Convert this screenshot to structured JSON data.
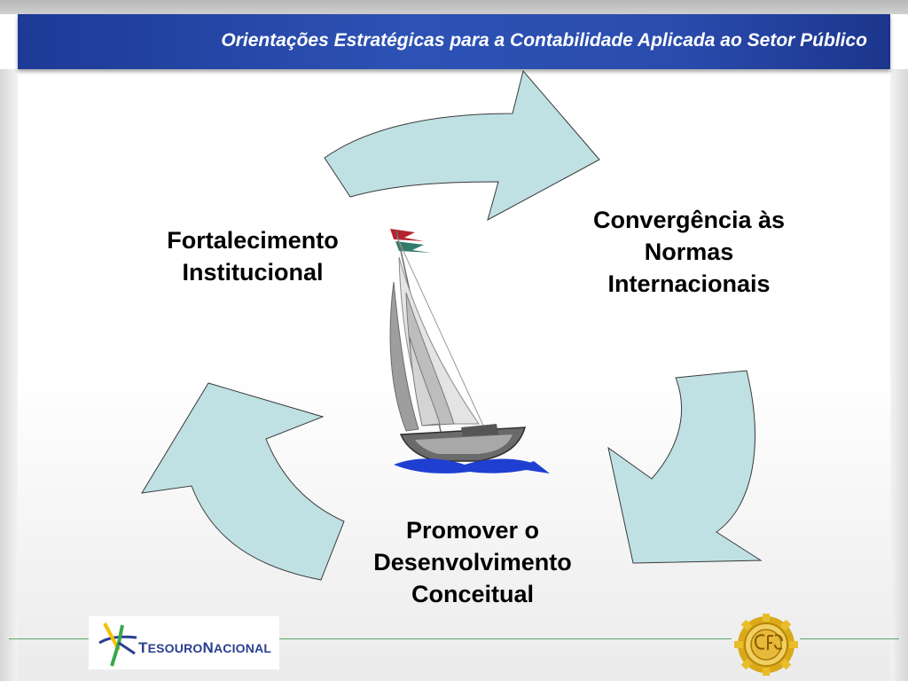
{
  "header": {
    "title": "Orientações Estratégicas para a Contabilidade Aplicada ao Setor Público"
  },
  "cycle": {
    "items": [
      {
        "lines": [
          "Fortalecimento",
          "Institucional"
        ]
      },
      {
        "lines": [
          "Convergência às",
          "Normas",
          "Internacionais"
        ]
      },
      {
        "lines": [
          "Promover o",
          "Desenvolvimento",
          "Conceitual"
        ]
      }
    ],
    "arrow_fill": "#bfe1e3",
    "arrow_stroke": "#3a3a3a"
  },
  "footer": {
    "logo_left_parts": [
      "T",
      "ESOURO",
      "N",
      "ACIONAL"
    ],
    "logo_right_icon": "cfc-seal-icon",
    "line_color": "#5aa66a"
  }
}
